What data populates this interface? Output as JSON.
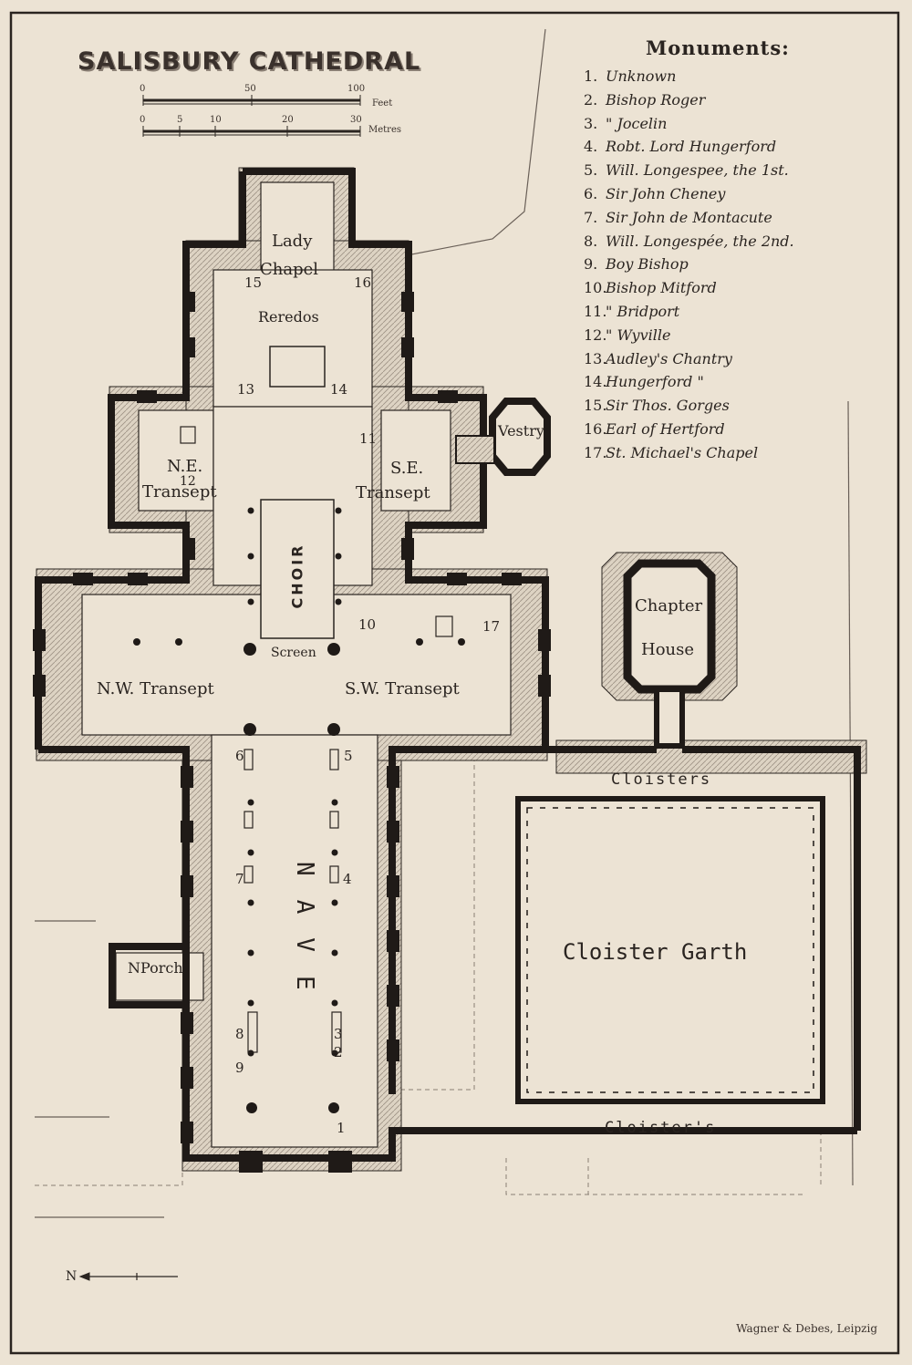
{
  "title": "SALISBURY CATHEDRAL",
  "scale": {
    "feet_ticks": [
      "0",
      "50",
      "100"
    ],
    "feet_unit": "Feet",
    "metre_ticks": [
      "0",
      "5",
      "10",
      "20",
      "30"
    ],
    "metre_unit": "Metres"
  },
  "monuments_heading": "Monuments:",
  "monuments": [
    {
      "num": "1.",
      "name": "Unknown"
    },
    {
      "num": "2.",
      "name": "Bishop Roger"
    },
    {
      "num": "3.",
      "name": "\"    Jocelin"
    },
    {
      "num": "4.",
      "name": "Robt. Lord Hungerford"
    },
    {
      "num": "5.",
      "name": "Will. Longespee, the 1st."
    },
    {
      "num": "6.",
      "name": "Sir John Cheney"
    },
    {
      "num": "7.",
      "name": "Sir John de Montacute"
    },
    {
      "num": "8.",
      "name": "Will. Longespée, the 2nd."
    },
    {
      "num": "9.",
      "name": "Boy Bishop"
    },
    {
      "num": "10.",
      "name": "Bishop Mitford"
    },
    {
      "num": "11.",
      "name": "\"    Bridport"
    },
    {
      "num": "12.",
      "name": "\"    Wyville"
    },
    {
      "num": "13.",
      "name": "Audley's Chantry"
    },
    {
      "num": "14.",
      "name": "Hungerford \""
    },
    {
      "num": "15.",
      "name": "Sir Thos. Gorges"
    },
    {
      "num": "16.",
      "name": "Earl of Hertford"
    },
    {
      "num": "17.",
      "name": "St. Michael's Chapel"
    }
  ],
  "labels": {
    "lady_chapel_1": "Lady",
    "lady_chapel_2": "Chapel",
    "reredos": "Reredos",
    "vestry": "Vestry",
    "ne_1": "N.E.",
    "ne_num": "12",
    "ne_2": "Transept",
    "se_1": "S.E.",
    "se_2": "Transept",
    "choir": "CHOIR",
    "screen": "Screen",
    "nw_transept": "N.W. Transept",
    "sw_transept": "S.W. Transept",
    "chapter_1": "Chapter",
    "chapter_2": "House",
    "cloisters_top": "Cloisters",
    "cloisters_bottom": "Cloister's",
    "cloister_garth": "Cloister Garth",
    "nave": "NAVE",
    "north_porch": "NPorch",
    "north_arrow": "N",
    "credit": "Wagner & Debes, Leipzig"
  },
  "plan_numbers": [
    "15",
    "16",
    "13",
    "14",
    "11",
    "10",
    "17",
    "6",
    "5",
    "7",
    "4",
    "8",
    "3",
    "2",
    "9",
    "1"
  ]
}
